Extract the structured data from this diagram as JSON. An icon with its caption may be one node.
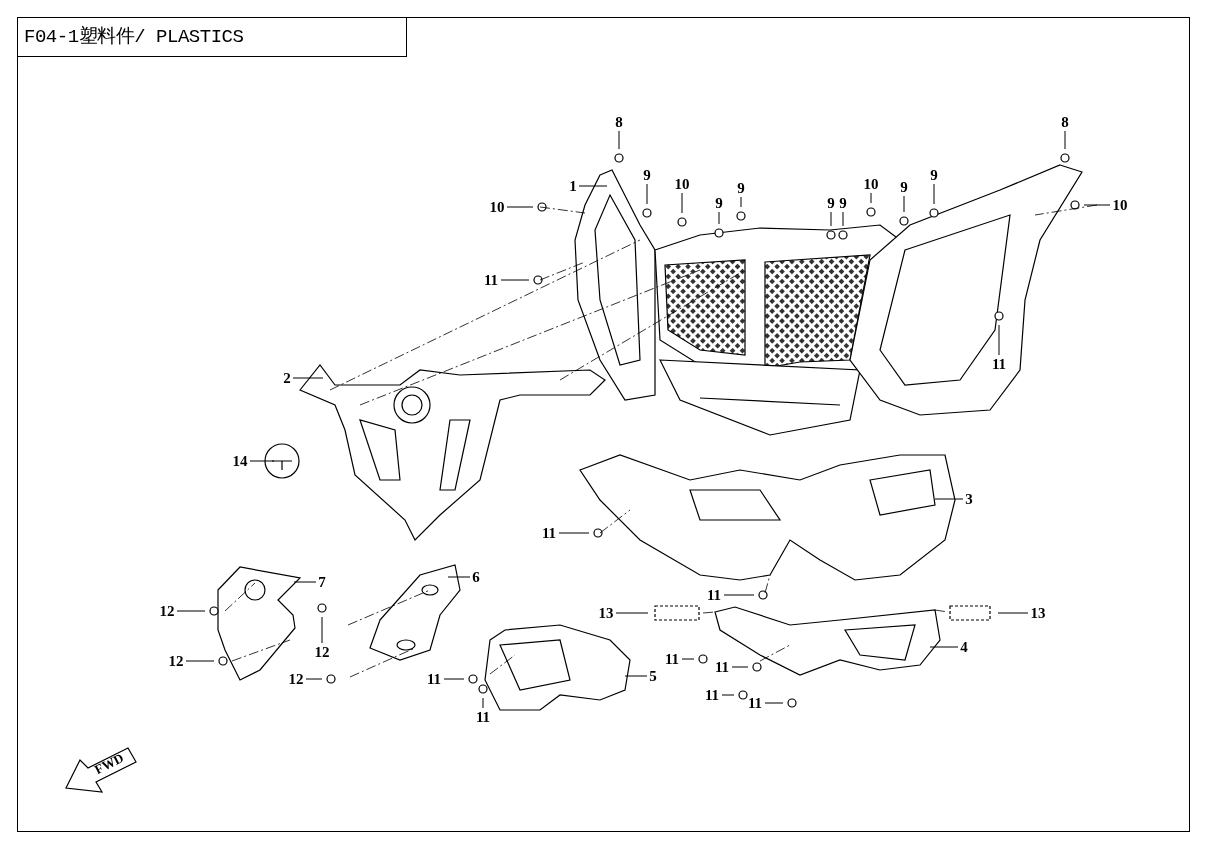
{
  "diagram": {
    "title": "F04-1塑料件/ PLASTICS",
    "nodes": [
      {
        "text": [
          "8"
        ]
      },
      {
        "text": [
          "8"
        ]
      },
      {
        "text": [
          "1"
        ]
      },
      {
        "text": [
          "10"
        ]
      },
      {
        "text": [
          "9"
        ]
      },
      {
        "text": [
          "10"
        ]
      },
      {
        "text": [
          "9"
        ]
      },
      {
        "text": [
          "9"
        ]
      },
      {
        "text": [
          "9"
        ]
      },
      {
        "text": [
          "9"
        ]
      },
      {
        "text": [
          "10"
        ]
      },
      {
        "text": [
          "9"
        ]
      },
      {
        "text": [
          "9"
        ]
      },
      {
        "text": [
          "10"
        ]
      },
      {
        "text": [
          "11"
        ]
      },
      {
        "text": [
          "11"
        ]
      },
      {
        "text": [
          "2"
        ]
      },
      {
        "text": [
          "14"
        ]
      },
      {
        "text": [
          "3"
        ]
      },
      {
        "text": [
          "11"
        ]
      },
      {
        "text": [
          "11"
        ]
      },
      {
        "text": [
          "7"
        ]
      },
      {
        "text": [
          "6"
        ]
      },
      {
        "text": [
          "12"
        ]
      },
      {
        "text": [
          "12"
        ]
      },
      {
        "text": [
          "12"
        ]
      },
      {
        "text": [
          "12"
        ]
      },
      {
        "text": [
          "13"
        ]
      },
      {
        "text": [
          "13"
        ]
      },
      {
        "text": [
          "4"
        ]
      },
      {
        "text": [
          "11"
        ]
      },
      {
        "text": [
          "11"
        ]
      },
      {
        "text": [
          "11"
        ]
      },
      {
        "text": [
          "11"
        ]
      },
      {
        "text": [
          "5"
        ]
      },
      {
        "text": [
          "11"
        ]
      },
      {
        "text": [
          "11"
        ]
      }
    ],
    "edges": [
      {
        "from": 0,
        "to": null,
        "arrow": "none"
      },
      {
        "from": 1,
        "to": null,
        "arrow": "none"
      },
      {
        "from": 2,
        "to": null,
        "arrow": "none"
      },
      {
        "from": 3,
        "to": null,
        "arrow": "none"
      },
      {
        "from": 4,
        "to": null,
        "arrow": "none"
      },
      {
        "from": 5,
        "to": null,
        "arrow": "none"
      },
      {
        "from": 6,
        "to": null,
        "arrow": "none"
      },
      {
        "from": 7,
        "to": null,
        "arrow": "none"
      },
      {
        "from": 8,
        "to": null,
        "arrow": "none"
      },
      {
        "from": 9,
        "to": null,
        "arrow": "none"
      },
      {
        "from": 10,
        "to": null,
        "arrow": "none"
      },
      {
        "from": 11,
        "to": null,
        "arrow": "none"
      },
      {
        "from": 12,
        "to": null,
        "arrow": "none"
      },
      {
        "from": 13,
        "to": null,
        "arrow": "none"
      },
      {
        "from": 14,
        "to": null,
        "arrow": "none"
      },
      {
        "from": 15,
        "to": null,
        "arrow": "none"
      },
      {
        "from": 16,
        "to": null,
        "arrow": "none"
      },
      {
        "from": 17,
        "to": null,
        "arrow": "none"
      },
      {
        "from": 18,
        "to": null,
        "arrow": "none"
      },
      {
        "from": 19,
        "to": null,
        "arrow": "none"
      },
      {
        "from": 20,
        "to": null,
        "arrow": "none"
      },
      {
        "from": 21,
        "to": null,
        "arrow": "none"
      },
      {
        "from": 22,
        "to": null,
        "arrow": "none"
      },
      {
        "from": 23,
        "to": null,
        "arrow": "none"
      },
      {
        "from": 24,
        "to": null,
        "arrow": "none"
      },
      {
        "from": 25,
        "to": null,
        "arrow": "none"
      },
      {
        "from": 26,
        "to": null,
        "arrow": "none"
      },
      {
        "from": 27,
        "to": null,
        "arrow": "none"
      },
      {
        "from": 28,
        "to": null,
        "arrow": "none"
      },
      {
        "from": 29,
        "to": null,
        "arrow": "none"
      },
      {
        "from": 30,
        "to": null,
        "arrow": "none"
      },
      {
        "from": 31,
        "to": null,
        "arrow": "none"
      },
      {
        "from": 32,
        "to": null,
        "arrow": "none"
      },
      {
        "from": 33,
        "to": null,
        "arrow": "none"
      },
      {
        "from": 34,
        "to": null,
        "arrow": "none"
      },
      {
        "from": 35,
        "to": null,
        "arrow": "none"
      },
      {
        "from": 36,
        "to": null,
        "arrow": "none"
      }
    ],
    "labels": [
      "FWD"
    ]
  }
}
